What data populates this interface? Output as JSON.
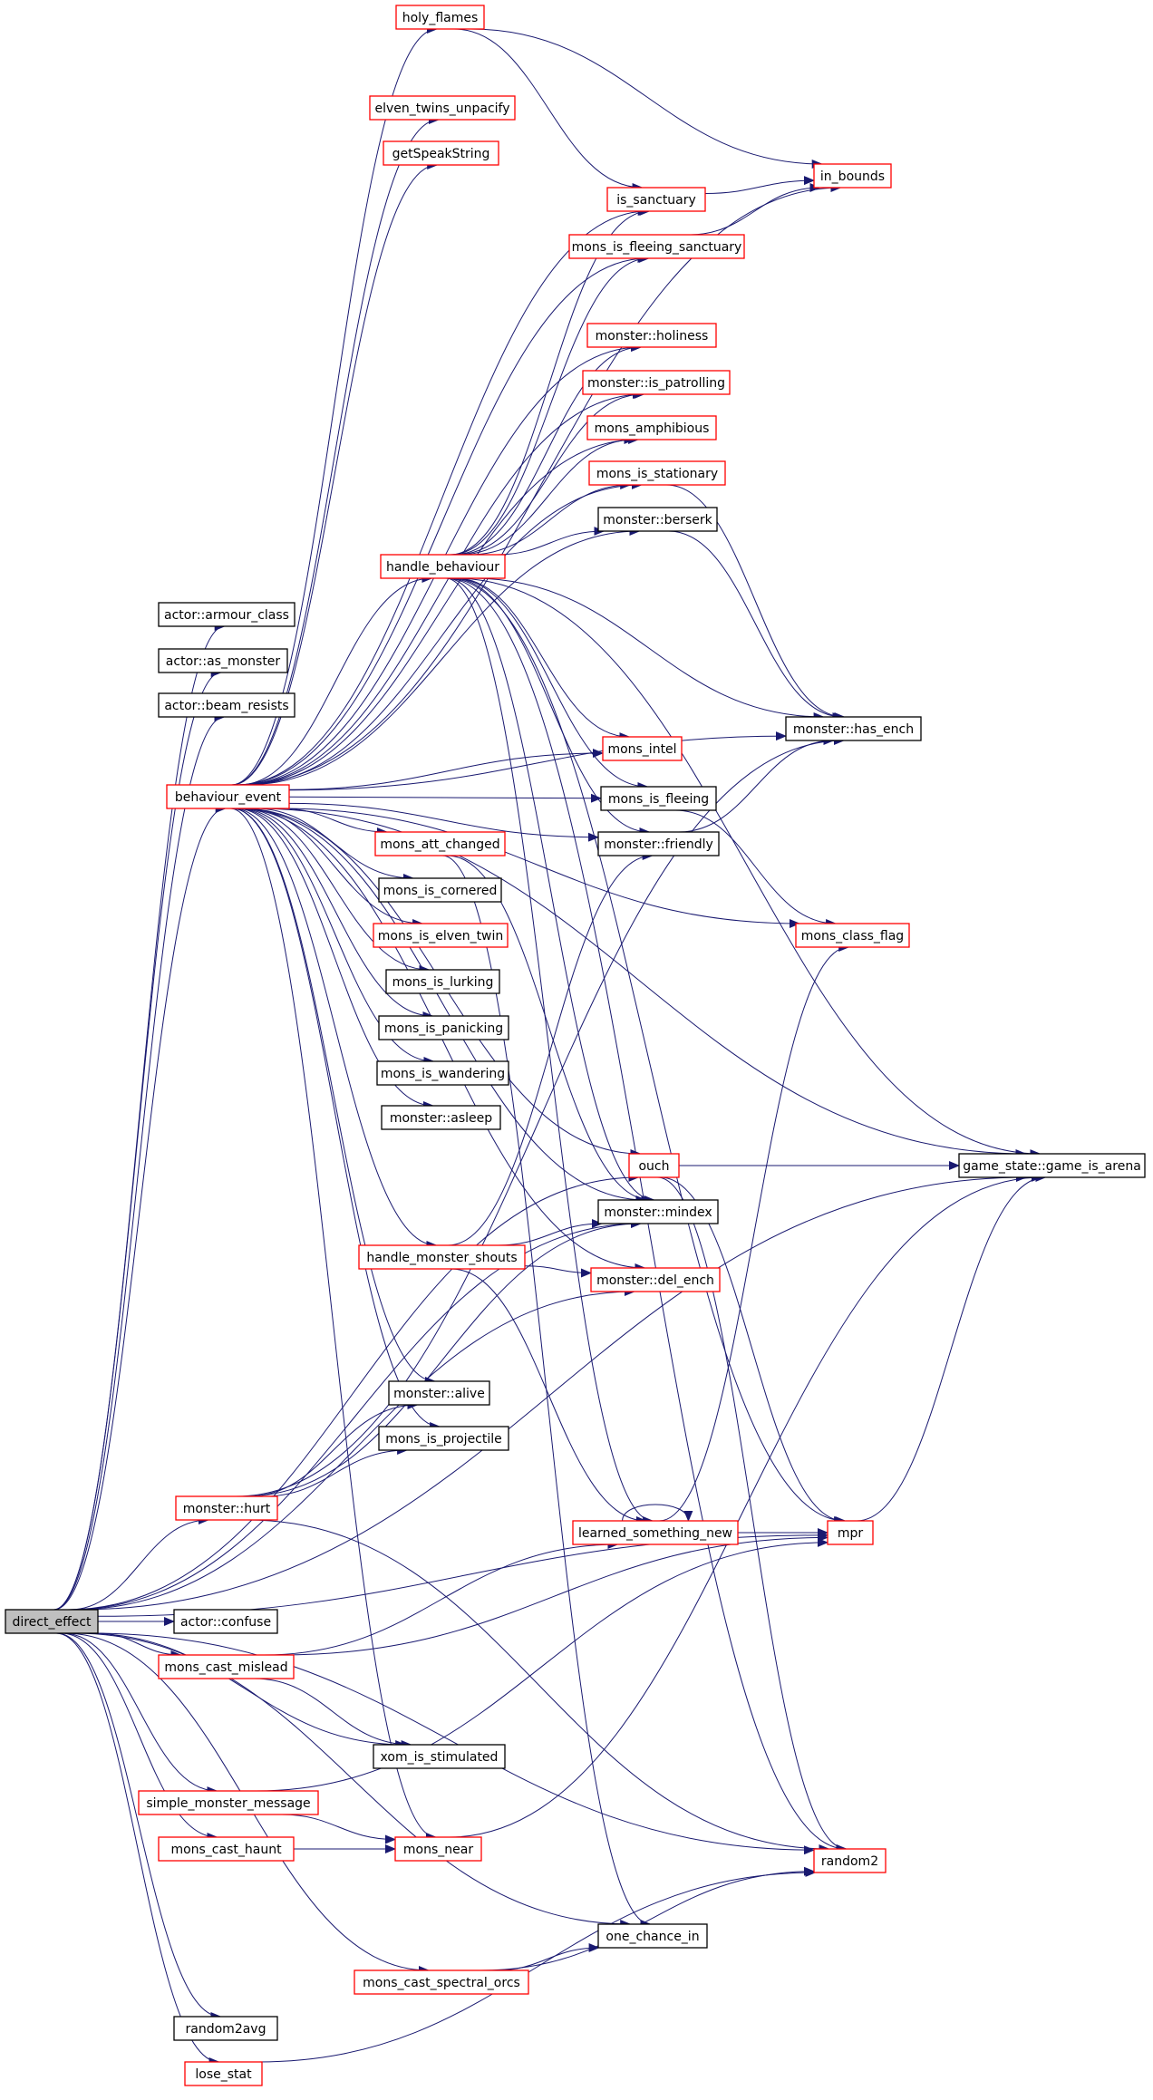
{
  "diagram": {
    "colors": {
      "edge": "#191970",
      "root_fill": "#bfbfbf",
      "node_fill": "#ffffff",
      "red_border": "#ff0000",
      "black_border": "#000000",
      "text": "#000000"
    },
    "nodes": [
      {
        "id": "holy_flames",
        "label": "holy_flames",
        "border": "red"
      },
      {
        "id": "elven_twins_unpacify",
        "label": "elven_twins_unpacify",
        "border": "red"
      },
      {
        "id": "getSpeakString",
        "label": "getSpeakString",
        "border": "red"
      },
      {
        "id": "in_bounds",
        "label": "in_bounds",
        "border": "red"
      },
      {
        "id": "is_sanctuary",
        "label": "is_sanctuary",
        "border": "red"
      },
      {
        "id": "mons_is_fleeing_sanctuary",
        "label": "mons_is_fleeing_sanctuary",
        "border": "red"
      },
      {
        "id": "monster_holiness",
        "label": "monster::holiness",
        "border": "red"
      },
      {
        "id": "monster_is_patrolling",
        "label": "monster::is_patrolling",
        "border": "red"
      },
      {
        "id": "mons_amphibious",
        "label": "mons_amphibious",
        "border": "red"
      },
      {
        "id": "mons_is_stationary",
        "label": "mons_is_stationary",
        "border": "red"
      },
      {
        "id": "monster_berserk",
        "label": "monster::berserk",
        "border": "black"
      },
      {
        "id": "handle_behaviour",
        "label": "handle_behaviour",
        "border": "red"
      },
      {
        "id": "actor_armour_class",
        "label": "actor::armour_class",
        "border": "black"
      },
      {
        "id": "actor_as_monster",
        "label": "actor::as_monster",
        "border": "black"
      },
      {
        "id": "actor_beam_resists",
        "label": "actor::beam_resists",
        "border": "black"
      },
      {
        "id": "mons_intel",
        "label": "mons_intel",
        "border": "red"
      },
      {
        "id": "monster_has_ench",
        "label": "monster::has_ench",
        "border": "black"
      },
      {
        "id": "behaviour_event",
        "label": "behaviour_event",
        "border": "red"
      },
      {
        "id": "mons_is_fleeing",
        "label": "mons_is_fleeing",
        "border": "black"
      },
      {
        "id": "monster_friendly",
        "label": "monster::friendly",
        "border": "black"
      },
      {
        "id": "mons_att_changed",
        "label": "mons_att_changed",
        "border": "red"
      },
      {
        "id": "mons_class_flag",
        "label": "mons_class_flag",
        "border": "red"
      },
      {
        "id": "mons_is_cornered",
        "label": "mons_is_cornered",
        "border": "black"
      },
      {
        "id": "mons_is_elven_twin",
        "label": "mons_is_elven_twin",
        "border": "red"
      },
      {
        "id": "mons_is_lurking",
        "label": "mons_is_lurking",
        "border": "black"
      },
      {
        "id": "mons_is_panicking",
        "label": "mons_is_panicking",
        "border": "black"
      },
      {
        "id": "mons_is_wandering",
        "label": "mons_is_wandering",
        "border": "black"
      },
      {
        "id": "monster_asleep",
        "label": "monster::asleep",
        "border": "black"
      },
      {
        "id": "ouch",
        "label": "ouch",
        "border": "red"
      },
      {
        "id": "game_state_game_is_arena",
        "label": "game_state::game_is_arena",
        "border": "black"
      },
      {
        "id": "monster_mindex",
        "label": "monster::mindex",
        "border": "black"
      },
      {
        "id": "handle_monster_shouts",
        "label": "handle_monster_shouts",
        "border": "red"
      },
      {
        "id": "monster_del_ench",
        "label": "monster::del_ench",
        "border": "red"
      },
      {
        "id": "monster_alive",
        "label": "monster::alive",
        "border": "black"
      },
      {
        "id": "mons_is_projectile",
        "label": "mons_is_projectile",
        "border": "black"
      },
      {
        "id": "monster_hurt",
        "label": "monster::hurt",
        "border": "red"
      },
      {
        "id": "learned_something_new",
        "label": "learned_something_new",
        "border": "red"
      },
      {
        "id": "mpr",
        "label": "mpr",
        "border": "red"
      },
      {
        "id": "direct_effect",
        "label": "direct_effect",
        "border": "black",
        "root": true
      },
      {
        "id": "actor_confuse",
        "label": "actor::confuse",
        "border": "black"
      },
      {
        "id": "mons_cast_mislead",
        "label": "mons_cast_mislead",
        "border": "red"
      },
      {
        "id": "xom_is_stimulated",
        "label": "xom_is_stimulated",
        "border": "black"
      },
      {
        "id": "simple_monster_message",
        "label": "simple_monster_message",
        "border": "red"
      },
      {
        "id": "mons_cast_haunt",
        "label": "mons_cast_haunt",
        "border": "red"
      },
      {
        "id": "mons_near",
        "label": "mons_near",
        "border": "red"
      },
      {
        "id": "random2",
        "label": "random2",
        "border": "red"
      },
      {
        "id": "one_chance_in",
        "label": "one_chance_in",
        "border": "black"
      },
      {
        "id": "mons_cast_spectral_orcs",
        "label": "mons_cast_spectral_orcs",
        "border": "red"
      },
      {
        "id": "random2avg",
        "label": "random2avg",
        "border": "black"
      },
      {
        "id": "lose_stat",
        "label": "lose_stat",
        "border": "red"
      }
    ],
    "edges": [
      [
        "direct_effect",
        "actor_armour_class"
      ],
      [
        "direct_effect",
        "actor_as_monster"
      ],
      [
        "direct_effect",
        "actor_beam_resists"
      ],
      [
        "direct_effect",
        "behaviour_event"
      ],
      [
        "direct_effect",
        "ouch"
      ],
      [
        "direct_effect",
        "monster_mindex"
      ],
      [
        "direct_effect",
        "monster_del_ench"
      ],
      [
        "direct_effect",
        "monster_hurt"
      ],
      [
        "direct_effect",
        "mpr"
      ],
      [
        "direct_effect",
        "actor_confuse"
      ],
      [
        "direct_effect",
        "mons_cast_mislead"
      ],
      [
        "direct_effect",
        "xom_is_stimulated"
      ],
      [
        "direct_effect",
        "simple_monster_message"
      ],
      [
        "direct_effect",
        "mons_cast_haunt"
      ],
      [
        "direct_effect",
        "random2"
      ],
      [
        "direct_effect",
        "one_chance_in"
      ],
      [
        "direct_effect",
        "mons_cast_spectral_orcs"
      ],
      [
        "direct_effect",
        "random2avg"
      ],
      [
        "direct_effect",
        "lose_stat"
      ],
      [
        "direct_effect",
        "game_state_game_is_arena"
      ],
      [
        "behaviour_event",
        "holy_flames"
      ],
      [
        "behaviour_event",
        "elven_twins_unpacify"
      ],
      [
        "behaviour_event",
        "getSpeakString"
      ],
      [
        "behaviour_event",
        "in_bounds"
      ],
      [
        "behaviour_event",
        "is_sanctuary"
      ],
      [
        "behaviour_event",
        "mons_is_fleeing_sanctuary"
      ],
      [
        "behaviour_event",
        "monster_holiness"
      ],
      [
        "behaviour_event",
        "monster_is_patrolling"
      ],
      [
        "behaviour_event",
        "mons_amphibious"
      ],
      [
        "behaviour_event",
        "mons_is_stationary"
      ],
      [
        "behaviour_event",
        "monster_berserk"
      ],
      [
        "behaviour_event",
        "handle_behaviour"
      ],
      [
        "behaviour_event",
        "mons_intel"
      ],
      [
        "behaviour_event",
        "mons_is_fleeing"
      ],
      [
        "behaviour_event",
        "monster_friendly"
      ],
      [
        "behaviour_event",
        "mons_att_changed"
      ],
      [
        "behaviour_event",
        "mons_class_flag"
      ],
      [
        "behaviour_event",
        "mons_is_cornered"
      ],
      [
        "behaviour_event",
        "mons_is_elven_twin"
      ],
      [
        "behaviour_event",
        "mons_is_lurking"
      ],
      [
        "behaviour_event",
        "mons_is_panicking"
      ],
      [
        "behaviour_event",
        "mons_is_wandering"
      ],
      [
        "behaviour_event",
        "monster_asleep"
      ],
      [
        "behaviour_event",
        "handle_monster_shouts"
      ],
      [
        "behaviour_event",
        "monster_alive"
      ],
      [
        "behaviour_event",
        "mons_is_projectile"
      ],
      [
        "behaviour_event",
        "mons_near"
      ],
      [
        "behaviour_event",
        "monster_del_ench"
      ],
      [
        "behaviour_event",
        "monster_has_ench"
      ],
      [
        "behaviour_event",
        "ouch"
      ],
      [
        "behaviour_event",
        "monster_mindex"
      ],
      [
        "behaviour_event",
        "game_state_game_is_arena"
      ],
      [
        "handle_behaviour",
        "is_sanctuary"
      ],
      [
        "handle_behaviour",
        "mons_is_fleeing_sanctuary"
      ],
      [
        "handle_behaviour",
        "monster_holiness"
      ],
      [
        "handle_behaviour",
        "monster_is_patrolling"
      ],
      [
        "handle_behaviour",
        "mons_amphibious"
      ],
      [
        "handle_behaviour",
        "mons_is_stationary"
      ],
      [
        "handle_behaviour",
        "monster_berserk"
      ],
      [
        "handle_behaviour",
        "mons_intel"
      ],
      [
        "handle_behaviour",
        "monster_has_ench"
      ],
      [
        "handle_behaviour",
        "mons_is_fleeing"
      ],
      [
        "handle_behaviour",
        "monster_friendly"
      ],
      [
        "handle_behaviour",
        "game_state_game_is_arena"
      ],
      [
        "handle_behaviour",
        "mpr"
      ],
      [
        "handle_behaviour",
        "random2"
      ],
      [
        "handle_behaviour",
        "learned_something_new"
      ],
      [
        "handle_behaviour",
        "monster_mindex"
      ],
      [
        "holy_flames",
        "in_bounds"
      ],
      [
        "holy_flames",
        "is_sanctuary"
      ],
      [
        "is_sanctuary",
        "in_bounds"
      ],
      [
        "mons_is_fleeing_sanctuary",
        "in_bounds"
      ],
      [
        "mons_is_stationary",
        "monster_has_ench"
      ],
      [
        "monster_berserk",
        "monster_has_ench"
      ],
      [
        "mons_is_fleeing",
        "mons_class_flag"
      ],
      [
        "monster_friendly",
        "monster_has_ench"
      ],
      [
        "mons_att_changed",
        "monster_mindex"
      ],
      [
        "mons_att_changed",
        "one_chance_in"
      ],
      [
        "ouch",
        "game_state_game_is_arena"
      ],
      [
        "ouch",
        "mpr"
      ],
      [
        "ouch",
        "random2"
      ],
      [
        "handle_monster_shouts",
        "monster_friendly"
      ],
      [
        "handle_monster_shouts",
        "monster_mindex"
      ],
      [
        "handle_monster_shouts",
        "monster_del_ench"
      ],
      [
        "handle_monster_shouts",
        "learned_something_new"
      ],
      [
        "monster_hurt",
        "monster_alive"
      ],
      [
        "monster_hurt",
        "mons_is_projectile"
      ],
      [
        "monster_hurt",
        "monster_mindex"
      ],
      [
        "monster_hurt",
        "monster_has_ench"
      ],
      [
        "monster_hurt",
        "random2"
      ],
      [
        "learned_something_new",
        "learned_something_new"
      ],
      [
        "learned_something_new",
        "mpr"
      ],
      [
        "learned_something_new",
        "mons_class_flag"
      ],
      [
        "mpr",
        "game_state_game_is_arena"
      ],
      [
        "mons_cast_mislead",
        "learned_something_new"
      ],
      [
        "mons_cast_mislead",
        "mpr"
      ],
      [
        "mons_cast_mislead",
        "xom_is_stimulated"
      ],
      [
        "simple_monster_message",
        "mpr"
      ],
      [
        "simple_monster_message",
        "mons_near"
      ],
      [
        "mons_cast_haunt",
        "mons_near"
      ],
      [
        "mons_near",
        "game_state_game_is_arena"
      ],
      [
        "mons_cast_spectral_orcs",
        "one_chance_in"
      ],
      [
        "mons_cast_spectral_orcs",
        "random2"
      ],
      [
        "lose_stat",
        "random2"
      ]
    ]
  }
}
